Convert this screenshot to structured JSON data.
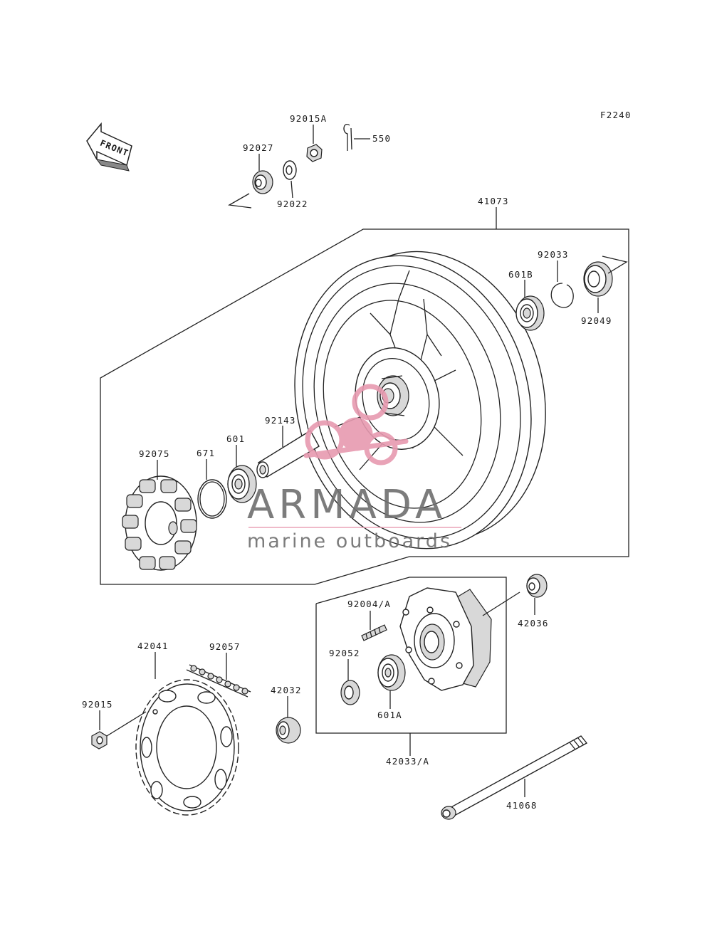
{
  "figure_code": "F2240",
  "front_label": "FRONT",
  "watermark": {
    "brand": "ARMADA",
    "tagline": "marine outboards",
    "logo_color": "#e79ab0",
    "text_color": "#6e6e6e"
  },
  "parts": [
    {
      "id": "p92015A",
      "number": "92015A"
    },
    {
      "id": "p550",
      "number": "550"
    },
    {
      "id": "p92027",
      "number": "92027"
    },
    {
      "id": "p92022",
      "number": "92022"
    },
    {
      "id": "p41073",
      "number": "41073"
    },
    {
      "id": "p92033",
      "number": "92033"
    },
    {
      "id": "p601B",
      "number": "601B"
    },
    {
      "id": "p92049",
      "number": "92049"
    },
    {
      "id": "p92143",
      "number": "92143"
    },
    {
      "id": "p92075",
      "number": "92075"
    },
    {
      "id": "p671",
      "number": "671"
    },
    {
      "id": "p601",
      "number": "601"
    },
    {
      "id": "p92004A",
      "number": "92004/A"
    },
    {
      "id": "p42036",
      "number": "42036"
    },
    {
      "id": "p42041",
      "number": "42041"
    },
    {
      "id": "p92057",
      "number": "92057"
    },
    {
      "id": "p92052",
      "number": "92052"
    },
    {
      "id": "p42032",
      "number": "42032"
    },
    {
      "id": "p92015",
      "number": "92015"
    },
    {
      "id": "p601A",
      "number": "601A"
    },
    {
      "id": "p42033A",
      "number": "42033/A"
    },
    {
      "id": "p41068",
      "number": "41068"
    }
  ]
}
